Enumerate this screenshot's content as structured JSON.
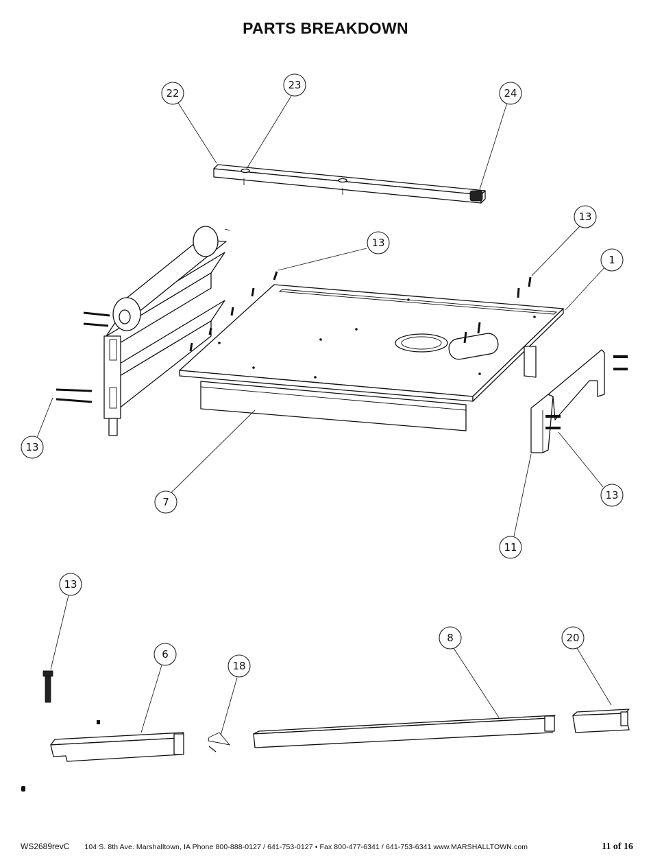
{
  "title": "PARTS BREAKDOWN",
  "callouts": [
    {
      "id": "22",
      "label": "22"
    },
    {
      "id": "23",
      "label": "23"
    },
    {
      "id": "24",
      "label": "24"
    },
    {
      "id": "13a",
      "label": "13"
    },
    {
      "id": "13b",
      "label": "13"
    },
    {
      "id": "1",
      "label": "1"
    },
    {
      "id": "13c",
      "label": "13"
    },
    {
      "id": "7",
      "label": "7"
    },
    {
      "id": "13d",
      "label": "13"
    },
    {
      "id": "11",
      "label": "11"
    },
    {
      "id": "13e",
      "label": "13"
    },
    {
      "id": "6",
      "label": "6"
    },
    {
      "id": "18",
      "label": "18"
    },
    {
      "id": "8",
      "label": "8"
    },
    {
      "id": "20",
      "label": "20"
    }
  ],
  "footer": {
    "doc_code": "WS2689revC",
    "address": "104 S. 8th Ave. Marshalltown, IA Phone 800-888-0127 / 641-753-0127  •  Fax 800-477-6341 / 641-753-6341 www.MARSHALLTOWN.com",
    "page": "11 of 16"
  }
}
